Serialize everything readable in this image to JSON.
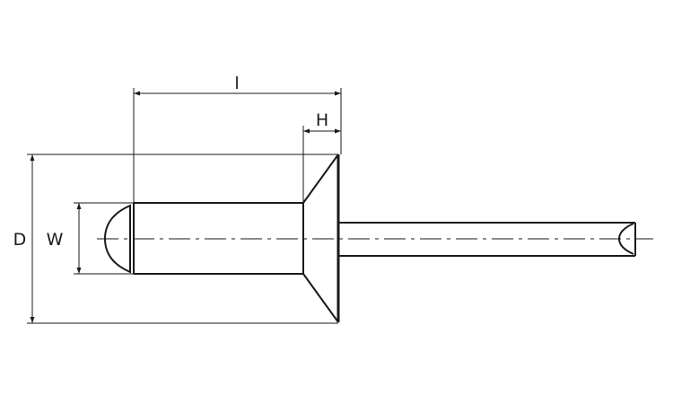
{
  "diagram": {
    "labels": {
      "length": "l",
      "head_height": "H",
      "head_diameter": "D",
      "body_diameter": "W"
    }
  }
}
